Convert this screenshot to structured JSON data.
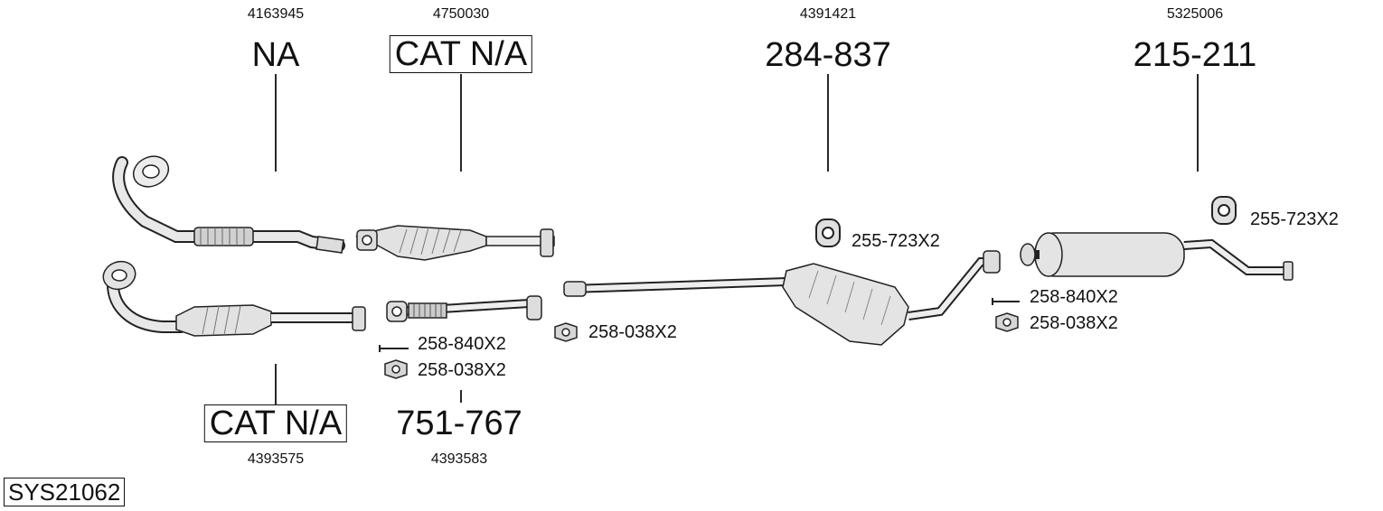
{
  "parts": [
    {
      "oe": "4163945",
      "code": "NA",
      "boxed": false
    },
    {
      "oe": "4750030",
      "code": "CAT N/A",
      "boxed": true
    },
    {
      "oe": "4391421",
      "code": "284-837",
      "boxed": false
    },
    {
      "oe": "5325006",
      "code": "215-211",
      "boxed": false
    },
    {
      "oe": "4393575",
      "code": "CAT N/A",
      "boxed": true
    },
    {
      "oe": "4393583",
      "code": "751-767",
      "boxed": false
    }
  ],
  "accessories": [
    {
      "code": "258-840X2",
      "icon": "bolt-icon"
    },
    {
      "code": "258-038X2",
      "icon": "nut-icon"
    },
    {
      "code": "258-038X2",
      "icon": "nut-icon"
    },
    {
      "code": "255-723X2",
      "icon": "rubber-hanger-icon"
    },
    {
      "code": "255-723X2",
      "icon": "rubber-hanger-icon"
    },
    {
      "code": "258-840X2",
      "icon": "bolt-icon"
    },
    {
      "code": "258-038X2",
      "icon": "nut-icon"
    }
  ],
  "system_code": "SYS21062"
}
